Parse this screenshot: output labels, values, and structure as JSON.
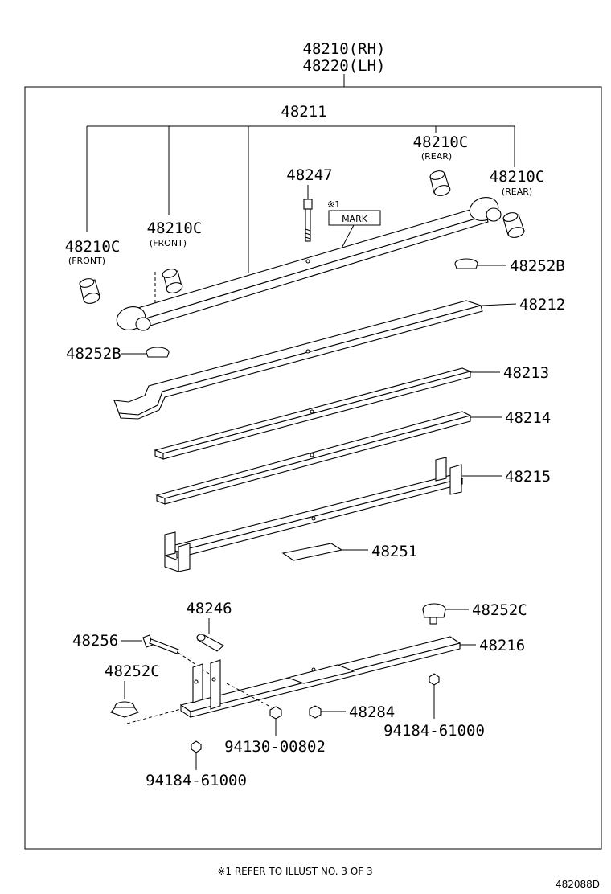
{
  "labels": {
    "p48210_rh": "48210(RH)",
    "p48220_lh": "48220(LH)",
    "p48211": "48211",
    "p48247": "48247",
    "note_mark_ref": "※1",
    "mark": "MARK",
    "p48210c_front_left": "48210C",
    "front_left": "(FRONT)",
    "p48210c_front_mid": "48210C",
    "front_mid": "(FRONT)",
    "p48210c_rear_top": "48210C",
    "rear_top": "(REAR)",
    "p48210c_rear_right": "48210C",
    "rear_right": "(REAR)",
    "p48252b_right": "48252B",
    "p48252b_left": "48252B",
    "p48212": "48212",
    "p48213": "48213",
    "p48214": "48214",
    "p48215": "48215",
    "p48251": "48251",
    "p48246": "48246",
    "p48252c_right": "48252C",
    "p48256": "48256",
    "p48216": "48216",
    "p48252c_left": "48252C",
    "p48284": "48284",
    "p94184_right": "94184-61000",
    "p94130": "94130-00802",
    "p94184_left": "94184-61000",
    "footnote": "※1 REFER TO ILLUST NO. 3 OF 3",
    "diagram_code": "482088D"
  }
}
